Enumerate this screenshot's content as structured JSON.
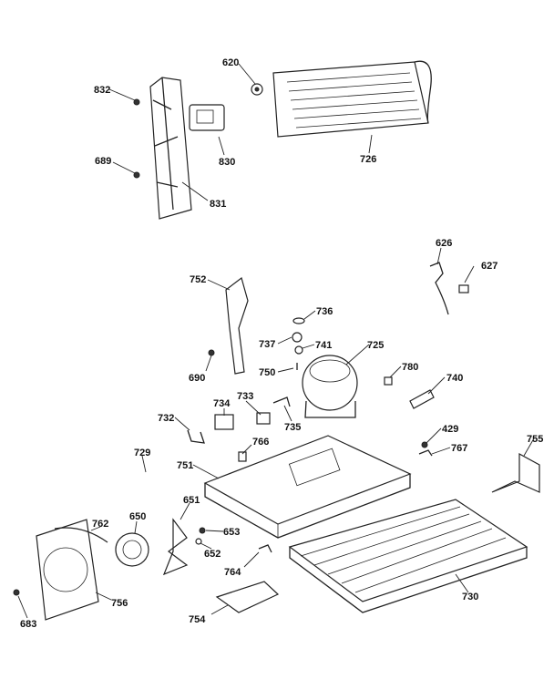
{
  "labels": {
    "p832": "832",
    "p620": "620",
    "p830": "830",
    "p726": "726",
    "p689": "689",
    "p831": "831",
    "p626": "626",
    "p627": "627",
    "p752": "752",
    "p736": "736",
    "p737": "737",
    "p741": "741",
    "p725": "725",
    "p690": "690",
    "p750": "750",
    "p780": "780",
    "p740": "740",
    "p734": "734",
    "p733": "733",
    "p732": "732",
    "p735": "735",
    "p429": "429",
    "p766": "766",
    "p767": "767",
    "p755": "755",
    "p729": "729",
    "p751": "751",
    "p651": "651",
    "p650": "650",
    "p762": "762",
    "p653": "653",
    "p652": "652",
    "p764": "764",
    "p730": "730",
    "p756": "756",
    "p683": "683",
    "p754": "754"
  }
}
